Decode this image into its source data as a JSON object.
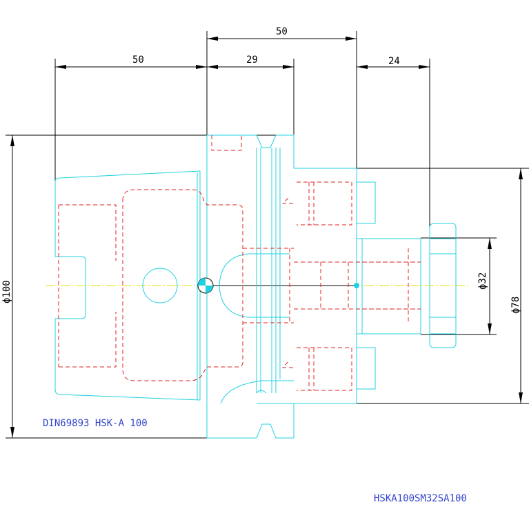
{
  "dimensions": {
    "top_overall": "50",
    "left_width": "50",
    "flange_width": "29",
    "right_offset": "24",
    "diameter_left": "ϕ100",
    "diameter_bore": "ϕ32",
    "diameter_right": "ϕ78"
  },
  "labels": {
    "standard": "DIN69893 HSK-A 100",
    "part_number": "HSKA100SM32SA100"
  },
  "colors": {
    "outline": "#20d0e0",
    "hidden": "#e02020",
    "dimension": "#000000",
    "text_blue": "#3344cc",
    "centerline": "#e8e000"
  }
}
